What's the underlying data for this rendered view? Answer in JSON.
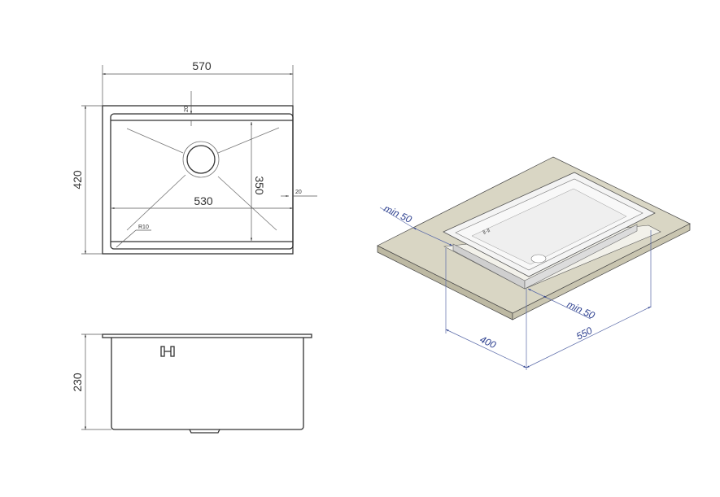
{
  "top_view": {
    "width": "570",
    "depth": "420",
    "inner_width": "530",
    "inner_depth": "350",
    "rim_top": "20",
    "rim_side": "20",
    "radius": "R10"
  },
  "side_view": {
    "height": "230"
  },
  "iso_view": {
    "min_left": "min 50",
    "min_front": "min 50",
    "cutout_depth": "400",
    "cutout_width": "550"
  },
  "colors": {
    "countertop": "#d9d6c4",
    "dimension_blue": "#2c3f8f"
  }
}
